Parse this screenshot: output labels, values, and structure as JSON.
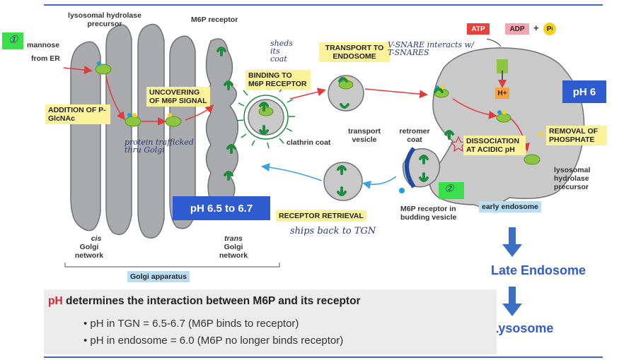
{
  "colors": {
    "golgi": "#a8aaad",
    "golgi_stroke": "#6f7173",
    "enzyme": "#8cc63f",
    "receptor": "#1c8d3f",
    "arrow_red": "#e23a3a",
    "arrow_blue": "#3aa2e0",
    "yellow_box": "#fbf29a",
    "accent_blue": "#2f5bd0",
    "ph_red": "#d8232a"
  },
  "labels": {
    "lysosomal_hydrolase_precursor_top": "lysosomal hydrolase precursor",
    "mannose": "mannose",
    "from_er": "from ER",
    "m6p_receptor_top": "M6P receptor",
    "transport_vesicle": "transport vesicle",
    "retromer_coat": "retromer coat",
    "clathrin_coat": "clathrin coat",
    "m6p_receptor_budding": "M6P receptor in budding vesicle",
    "lysosomal_hydrolase_precursor_right": "lysosomal hydrolase precursor",
    "cis": "cis",
    "cis_golgi_network": "Golgi network",
    "trans": "trans",
    "trans_golgi_network": "Golgi network",
    "atp": "ATP",
    "adp": "ADP",
    "plus": "+",
    "pi": "P",
    "pi_sub": "i",
    "h_plus": "H+"
  },
  "boxes": {
    "addition": "ADDITION OF P-GlcNAc",
    "uncovering": "UNCOVERING OF M6P SIGNAL",
    "binding": "BINDING TO M6P RECEPTOR",
    "transport": "TRANSPORT TO ENDOSOME",
    "removal": "REMOVAL OF PHOSPHATE",
    "dissociation": "DISSOCIATION AT ACIDIC pH",
    "retrieval": "RECEPTOR RETRIEVAL",
    "golgi_apparatus": "Golgi apparatus",
    "early_endosome": "early endosome"
  },
  "handwriting": {
    "step1": "①",
    "sheds_its_coat": "sheds its coat",
    "v_snare": "V-SNARE interacts w/ T-SNARES",
    "protein_trafficked": "protein trafficked thru Golgi",
    "step2": "②",
    "ships_back": "ships back to TGN"
  },
  "ph": {
    "ph6": "pH 6",
    "ph65": "pH 6.5 to 6.7"
  },
  "flow": {
    "late_endosome": "Late Endosome",
    "lysosome": "Lysosome"
  },
  "panel": {
    "title_ph": "pH",
    "title_rest": " determines the interaction between M6P and its receptor",
    "bullet1": "• pH in TGN = 6.5-6.7 (M6P binds to receptor)",
    "bullet2": "• pH in endosome = 6.0 (M6P no longer binds receptor)"
  }
}
